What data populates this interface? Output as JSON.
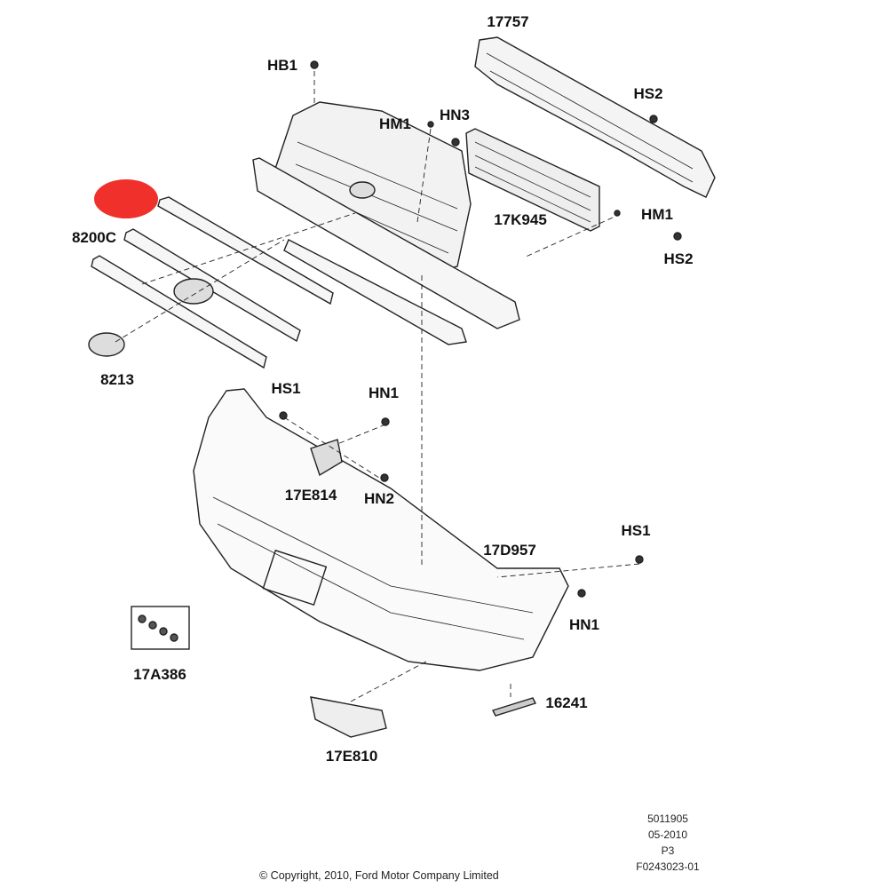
{
  "labels": [
    "17757",
    "HB1",
    "HS2",
    "HM1",
    "HN3",
    "17K945",
    "HM1",
    "HS2",
    "8200C",
    "8213",
    "HS1",
    "HN1",
    "17E814",
    "HN2",
    "HS1",
    "17D957",
    "HN1",
    "17A386",
    "16241",
    "17E810"
  ],
  "meta": {
    "ref": "5011905",
    "date": "05-2010",
    "page": "P3",
    "figure": "F0243023-01"
  },
  "copyright": "© Copyright, 2010, Ford Motor Company Limited",
  "colors": {
    "highlight": "#f0302a",
    "line": "#222222"
  }
}
